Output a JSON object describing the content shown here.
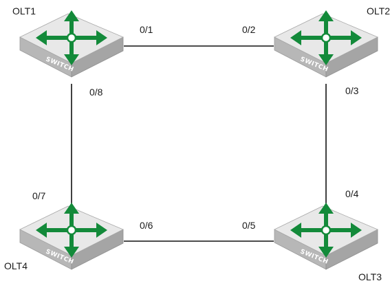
{
  "colors": {
    "switch_top": "#e7e7e7",
    "switch_left": "#b5b5b5",
    "switch_front": "#a9a9a9",
    "arrow": "#138a3a",
    "link": "#111111"
  },
  "switch_icon": "switch-arrows-icon",
  "switches": [
    {
      "id": "olt1",
      "name": "OLT1",
      "label": "SWITCH"
    },
    {
      "id": "olt2",
      "name": "OLT2",
      "label": "SWITCH"
    },
    {
      "id": "olt3",
      "name": "OLT3",
      "label": "SWITCH"
    },
    {
      "id": "olt4",
      "name": "OLT4",
      "label": "SWITCH"
    }
  ],
  "links": [
    {
      "from": "olt1",
      "to": "olt2",
      "from_port": "0/1",
      "to_port": "0/2"
    },
    {
      "from": "olt2",
      "to": "olt3",
      "from_port": "0/3",
      "to_port": "0/4"
    },
    {
      "from": "olt3",
      "to": "olt4",
      "from_port": "0/5",
      "to_port": "0/6"
    },
    {
      "from": "olt4",
      "to": "olt1",
      "from_port": "0/7",
      "to_port": "0/8"
    }
  ]
}
